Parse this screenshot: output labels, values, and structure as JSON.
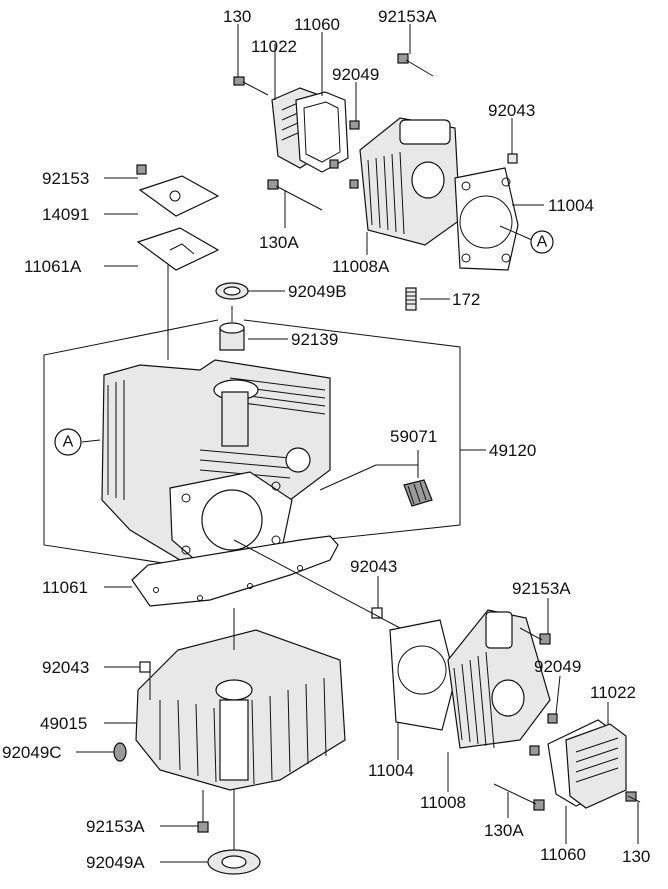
{
  "labels": {
    "l130_top": "130",
    "l11060_top": "11060",
    "l92153A_top": "92153A",
    "l11022_top": "11022",
    "l92049_top": "92049",
    "l92043_top": "92043",
    "l92153": "92153",
    "l14091": "14091",
    "l11004_top": "11004",
    "l130A_top": "130A",
    "l11061A": "11061A",
    "l11008A": "11008A",
    "l92049B": "92049B",
    "l172": "172",
    "l92139": "92139",
    "l59071": "59071",
    "l49120": "49120",
    "l11061": "11061",
    "l92043_mid": "92043",
    "l92153A_bot": "92153A",
    "l92043_left": "92043",
    "l92049_bot": "92049",
    "l11022_bot": "11022",
    "l49015": "49015",
    "l92049C": "92049C",
    "l11004_bot": "11004",
    "l11008": "11008",
    "l130A_bot": "130A",
    "l92153A_left": "92153A",
    "l130_bot": "130",
    "l11060_bot": "11060",
    "l92049A": "92049A"
  },
  "callouts": {
    "a_top": "A",
    "a_left": "A"
  }
}
